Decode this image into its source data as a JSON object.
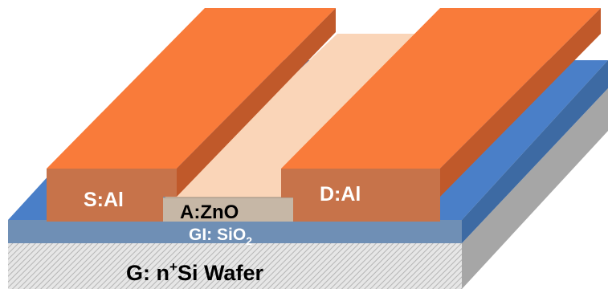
{
  "layers": {
    "substrate": {
      "label_prefix": "G: n",
      "label_sup": "+",
      "label_suffix": "Si Wafer"
    },
    "insulator": {
      "label_prefix": "GI: SiO",
      "label_sub": "2"
    },
    "channel": {
      "label": "A:ZnO"
    },
    "source": {
      "label": "S:Al"
    },
    "drain": {
      "label": "D:Al"
    }
  },
  "colors": {
    "substrate_front": "#d9d9d9",
    "substrate_side": "#a6a6a6",
    "insulator_front": "#6f8fb5",
    "insulator_top": "#4a7fc8",
    "insulator_side": "#3d6aa3",
    "channel": "#c6b7a6",
    "channel_top": "#fad5b8",
    "electrode_front": "#c7734a",
    "electrode_top": "#f97b3a",
    "electrode_side": "#c0592a"
  }
}
